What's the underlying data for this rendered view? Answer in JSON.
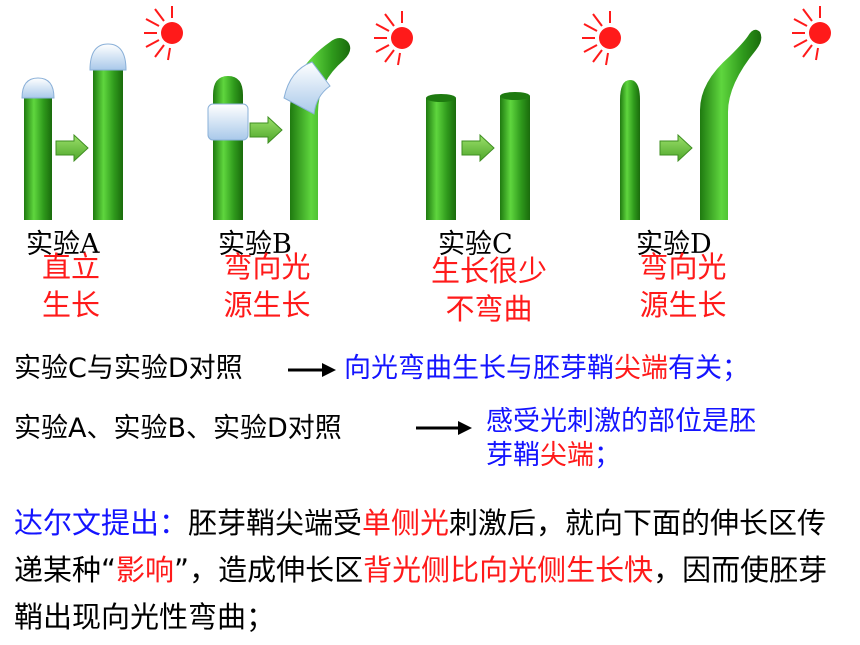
{
  "experiments": [
    {
      "label": "实验A",
      "result_line1": "直立",
      "result_line2": "生长"
    },
    {
      "label": "实验B",
      "result_line1": "弯向光",
      "result_line2": "源生长"
    },
    {
      "label": "实验C",
      "result_line1": "生长很少",
      "result_line2": "不弯曲"
    },
    {
      "label": "实验D",
      "result_line1": "弯向光",
      "result_line2": "源生长"
    }
  ],
  "conclusions": [
    {
      "left": "实验C与实验D对照",
      "right_part1": "向光弯曲生长与胚芽鞘",
      "right_red": "尖端",
      "right_part2": "有关；"
    },
    {
      "left": "实验A、实验B、实验D对照",
      "right_line1": "感受光刺激的部位是胚",
      "right_line2_part1": "芽鞘",
      "right_line2_red": "尖端",
      "right_line2_part2": "；"
    }
  ],
  "darwin": {
    "intro": "达尔文提出：",
    "t1": "胚芽鞘尖端受",
    "r1": "单侧光",
    "t2": "刺激后，就向下面的伸长区传递某种“",
    "r2": "影响",
    "t3": "”，造成伸长区",
    "r3": "背光侧比向光侧生长快",
    "t4": "，因而使胚芽鞘出现向光性弯曲；"
  },
  "colors": {
    "stem": "#33a820",
    "arrow": "#6bc23a",
    "sun": "#ff1a1a",
    "cap": "#c8e0f5",
    "result_text": "#ff1a1a",
    "blue_text": "#1414ff"
  }
}
